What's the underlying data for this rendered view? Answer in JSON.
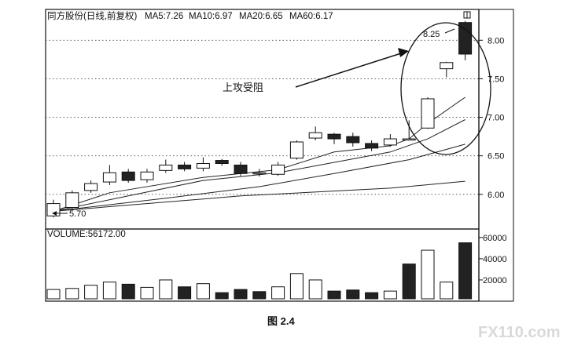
{
  "chart_data": {
    "type": "candlestick",
    "header": {
      "name": "同方股份(日线,前复权)",
      "ma5": "MA5:7.26",
      "ma10": "MA10:6.97",
      "ma20": "MA20:6.65",
      "ma60": "MA60:6.17"
    },
    "price_axis": {
      "ylim": [
        5.55,
        8.4
      ],
      "ticks": [
        "8.00",
        "7.50",
        "7.00",
        "6.50",
        "6.00"
      ]
    },
    "volume_axis": {
      "label": "VOLUME:56172.00",
      "ylim": [
        0,
        68000
      ],
      "ticks": [
        "60000",
        "40000",
        "20000"
      ]
    },
    "candles": [
      {
        "open": 5.72,
        "close": 5.88,
        "high": 5.93,
        "low": 5.7
      },
      {
        "open": 5.83,
        "close": 6.02,
        "high": 6.05,
        "low": 5.8
      },
      {
        "open": 6.05,
        "close": 6.14,
        "high": 6.18,
        "low": 6.02
      },
      {
        "open": 6.16,
        "close": 6.28,
        "high": 6.38,
        "low": 6.12
      },
      {
        "open": 6.29,
        "close": 6.18,
        "high": 6.33,
        "low": 6.15
      },
      {
        "open": 6.19,
        "close": 6.29,
        "high": 6.33,
        "low": 6.15
      },
      {
        "open": 6.31,
        "close": 6.38,
        "high": 6.45,
        "low": 6.28
      },
      {
        "open": 6.38,
        "close": 6.33,
        "high": 6.42,
        "low": 6.3
      },
      {
        "open": 6.34,
        "close": 6.4,
        "high": 6.48,
        "low": 6.3
      },
      {
        "open": 6.44,
        "close": 6.4,
        "high": 6.46,
        "low": 6.37
      },
      {
        "open": 6.38,
        "close": 6.27,
        "high": 6.42,
        "low": 6.24
      },
      {
        "open": 6.28,
        "close": 6.28,
        "high": 6.33,
        "low": 6.23
      },
      {
        "open": 6.26,
        "close": 6.38,
        "high": 6.42,
        "low": 6.24
      },
      {
        "open": 6.47,
        "close": 6.68,
        "high": 6.7,
        "low": 6.45
      },
      {
        "open": 6.73,
        "close": 6.8,
        "high": 6.88,
        "low": 6.7
      },
      {
        "open": 6.78,
        "close": 6.72,
        "high": 6.8,
        "low": 6.65
      },
      {
        "open": 6.75,
        "close": 6.67,
        "high": 6.8,
        "low": 6.62
      },
      {
        "open": 6.66,
        "close": 6.6,
        "high": 6.7,
        "low": 6.56
      },
      {
        "open": 6.64,
        "close": 6.72,
        "high": 6.78,
        "low": 6.62
      },
      {
        "open": 6.72,
        "close": 6.72,
        "high": 6.96,
        "low": 6.7
      },
      {
        "open": 6.86,
        "close": 7.24,
        "high": 7.26,
        "low": 6.85
      },
      {
        "open": 7.63,
        "close": 7.71,
        "high": 7.72,
        "low": 7.52
      },
      {
        "open": 8.23,
        "close": 7.82,
        "high": 8.25,
        "low": 7.74
      }
    ],
    "volume": [
      {
        "v": 11000,
        "up": true
      },
      {
        "v": 12000,
        "up": true
      },
      {
        "v": 15000,
        "up": true
      },
      {
        "v": 18000,
        "up": true
      },
      {
        "v": 16000,
        "up": false
      },
      {
        "v": 13000,
        "up": true
      },
      {
        "v": 20000,
        "up": true
      },
      {
        "v": 13500,
        "up": false
      },
      {
        "v": 16500,
        "up": true
      },
      {
        "v": 8000,
        "up": false
      },
      {
        "v": 11000,
        "up": false
      },
      {
        "v": 9000,
        "up": false
      },
      {
        "v": 13500,
        "up": true
      },
      {
        "v": 26000,
        "up": true
      },
      {
        "v": 20000,
        "up": true
      },
      {
        "v": 9500,
        "up": false
      },
      {
        "v": 10500,
        "up": false
      },
      {
        "v": 8000,
        "up": false
      },
      {
        "v": 9500,
        "up": true
      },
      {
        "v": 35000,
        "up": false
      },
      {
        "v": 48000,
        "up": true
      },
      {
        "v": 18000,
        "up": true
      },
      {
        "v": 55000,
        "up": false
      }
    ],
    "ma_lines": [
      {
        "name": "MA5",
        "points": [
          [
            0,
            5.78
          ],
          [
            3,
            6.02
          ],
          [
            8,
            6.22
          ],
          [
            12,
            6.32
          ],
          [
            15,
            6.55
          ],
          [
            18,
            6.63
          ],
          [
            19,
            6.72
          ],
          [
            20,
            6.92
          ],
          [
            22,
            7.26
          ]
        ]
      },
      {
        "name": "MA10",
        "points": [
          [
            0,
            5.78
          ],
          [
            4,
            5.98
          ],
          [
            8,
            6.18
          ],
          [
            12,
            6.28
          ],
          [
            16,
            6.46
          ],
          [
            18,
            6.55
          ],
          [
            20,
            6.72
          ],
          [
            22,
            6.97
          ]
        ]
      },
      {
        "name": "MA20",
        "points": [
          [
            0,
            5.78
          ],
          [
            6,
            5.95
          ],
          [
            11,
            6.1
          ],
          [
            15,
            6.27
          ],
          [
            19,
            6.45
          ],
          [
            22,
            6.65
          ]
        ]
      },
      {
        "name": "MA60",
        "points": [
          [
            0,
            5.78
          ],
          [
            10,
            5.98
          ],
          [
            18,
            6.08
          ],
          [
            22,
            6.17
          ]
        ]
      }
    ],
    "annotations": {
      "low_label": "5.70",
      "high_label": "8.25",
      "resistance_label": "上攻受阻"
    },
    "caption": "图 2.4",
    "watermark": "FX110.com"
  }
}
